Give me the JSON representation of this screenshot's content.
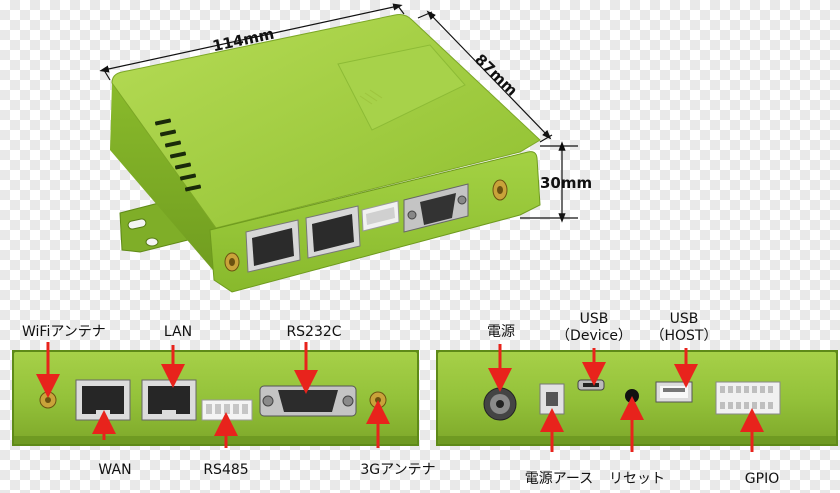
{
  "dimensions": {
    "width": "114mm",
    "depth": "87mm",
    "height": "30mm"
  },
  "front_panel": {
    "labels": {
      "wifi_antenna": "WiFiアンテナ",
      "lan": "LAN",
      "rs232c": "RS232C",
      "wan": "WAN",
      "rs485": "RS485",
      "antenna_3g": "3Gアンテナ"
    }
  },
  "rear_panel": {
    "labels": {
      "power": "電源",
      "usb_device_line1": "USB",
      "usb_device_line2": "（Device）",
      "usb_host_line1": "USB",
      "usb_host_line2": "（HOST）",
      "power_ground": "電源アース",
      "reset": "リセット",
      "gpio": "GPIO"
    }
  },
  "colors": {
    "device_green": "#9ccb3c",
    "device_dark_green": "#6e9a1e",
    "arrow_red": "#e8231c"
  }
}
